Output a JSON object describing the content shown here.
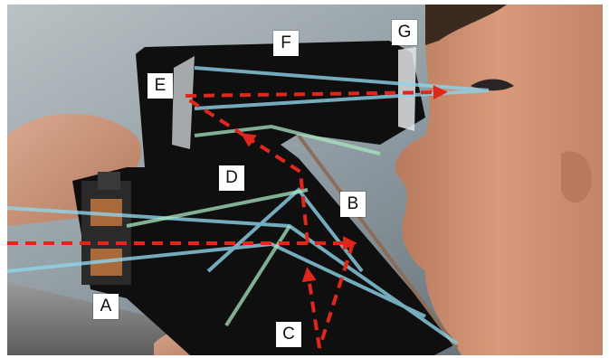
{
  "image": {
    "background_color": "#ffffff",
    "photo_bg_color": "#8e9aa1",
    "camera_body_color": "#0f0f0f",
    "light_ray_blue": "#8ed4ea",
    "light_ray_green": "#a9e6c2",
    "path_arrow_color": "#e2261b"
  },
  "labels": {
    "a": "A",
    "b": "B",
    "c": "C",
    "d": "D",
    "e": "E",
    "f": "F",
    "g": "G"
  }
}
